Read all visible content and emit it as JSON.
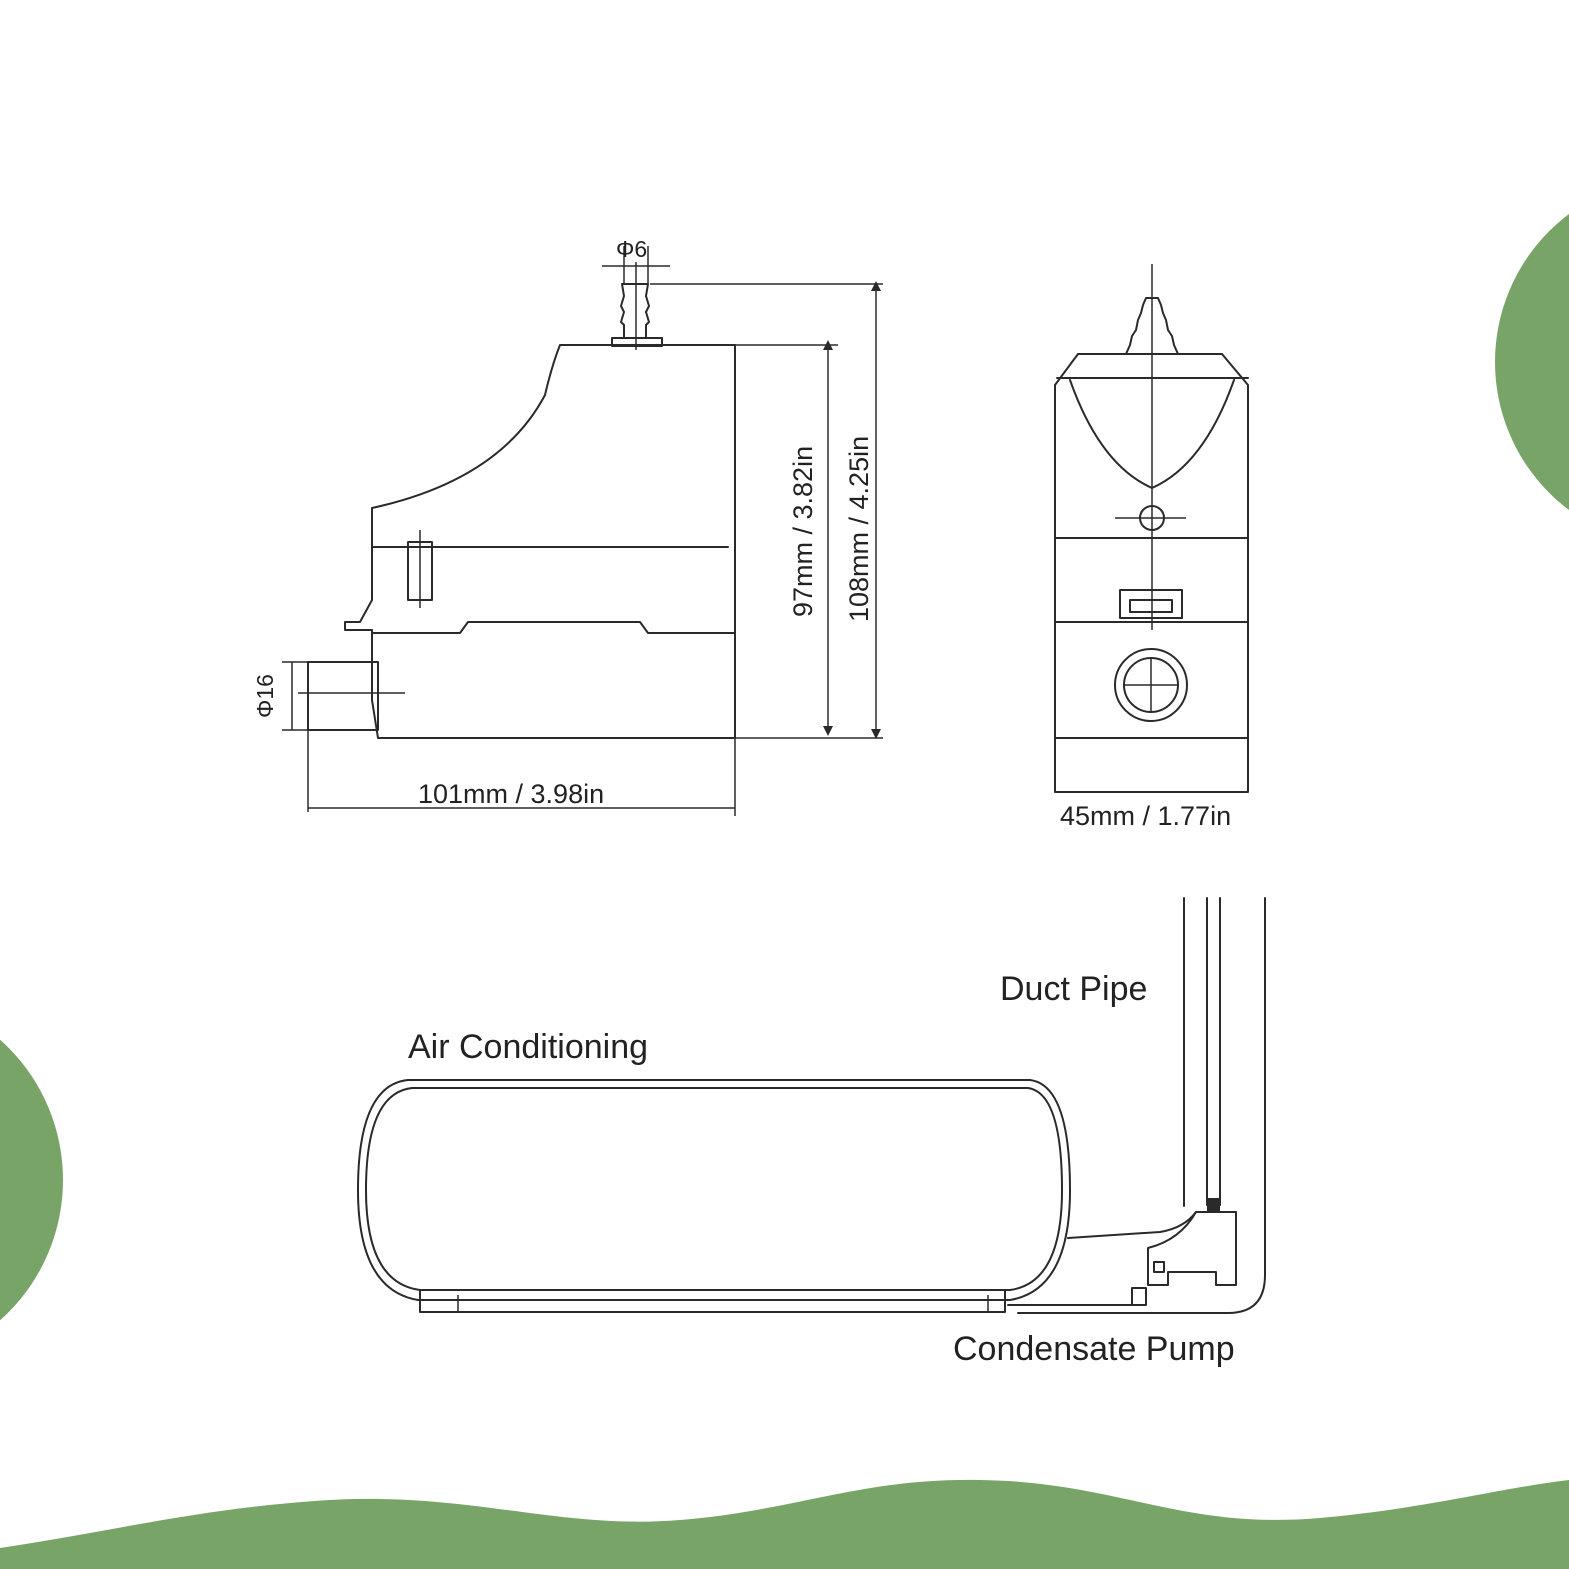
{
  "colors": {
    "accent_green": "#78a468",
    "line": "#2a2a2a",
    "background": "#ffffff"
  },
  "dimensions": {
    "outlet_diameter": "Φ6",
    "inlet_diameter": "Φ16",
    "height_body": "97mm / 3.82in",
    "height_total": "108mm / 4.25in",
    "length": "101mm / 3.98in",
    "width": "45mm / 1.77in"
  },
  "installation": {
    "duct_pipe": "Duct Pipe",
    "air_conditioning": "Air Conditioning",
    "condensate_pump": "Condensate Pump"
  }
}
